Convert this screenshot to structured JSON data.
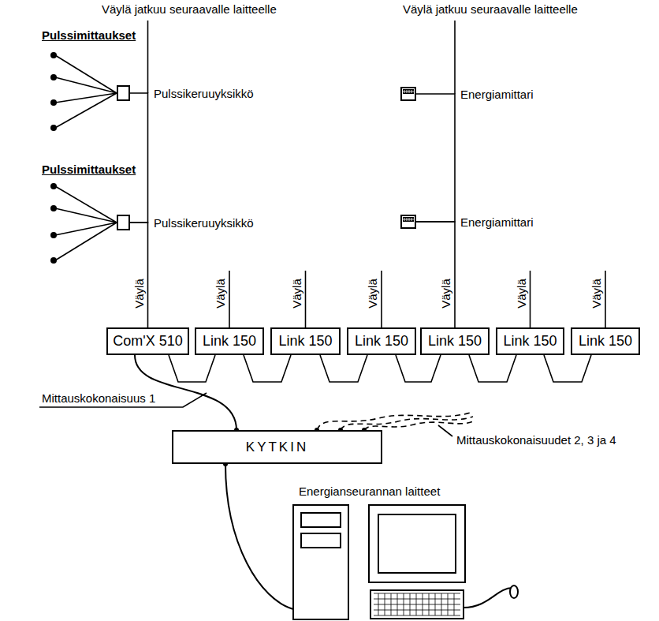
{
  "diagram": {
    "nodes": [
      {
        "text": [
          "Pulssikeruuyksikkö"
        ]
      },
      {
        "text": [
          "Energiamittari"
        ]
      },
      {
        "text": [
          "Pulssikeruuyksikkö"
        ]
      },
      {
        "text": [
          "Energiamittari"
        ]
      },
      {
        "text": [
          "Com'X 510"
        ]
      },
      {
        "text": [
          "Link 150"
        ]
      },
      {
        "text": [
          "Link 150"
        ]
      },
      {
        "text": [
          "Link 150"
        ]
      },
      {
        "text": [
          "Link 150"
        ]
      },
      {
        "text": [
          "Link 150"
        ]
      },
      {
        "text": [
          "Link 150"
        ]
      },
      {
        "text": [
          "KYTKIN"
        ]
      }
    ],
    "edges": [
      {
        "from": 4,
        "to": 2,
        "arrow": "none"
      },
      {
        "from": 2,
        "to": 0,
        "arrow": "none"
      },
      {
        "from": 8,
        "to": 3,
        "arrow": "none"
      },
      {
        "from": 3,
        "to": 1,
        "arrow": "none"
      },
      {
        "from": 4,
        "to": 5,
        "arrow": "none"
      },
      {
        "from": 5,
        "to": 6,
        "arrow": "none"
      },
      {
        "from": 6,
        "to": 7,
        "arrow": "none"
      },
      {
        "from": 7,
        "to": 8,
        "arrow": "none"
      },
      {
        "from": 8,
        "to": 9,
        "arrow": "none"
      },
      {
        "from": 9,
        "to": 10,
        "arrow": "none"
      },
      {
        "from": 4,
        "to": 11,
        "arrow": "none"
      }
    ],
    "labels": [
      "Väylä jatkuu seuraavalle laitteelle",
      "Väylä jatkuu seuraavalle laitteelle",
      "Pulssimittaukset",
      "Pulssimittaukset",
      "Väylä",
      "Väylä",
      "Väylä",
      "Väylä",
      "Väylä",
      "Väylä",
      "Väylä",
      "Mittauskokonaisuus 1",
      "Mittauskokonaisuudet 2, 3 ja 4",
      "Energianseurannan laitteet"
    ]
  }
}
